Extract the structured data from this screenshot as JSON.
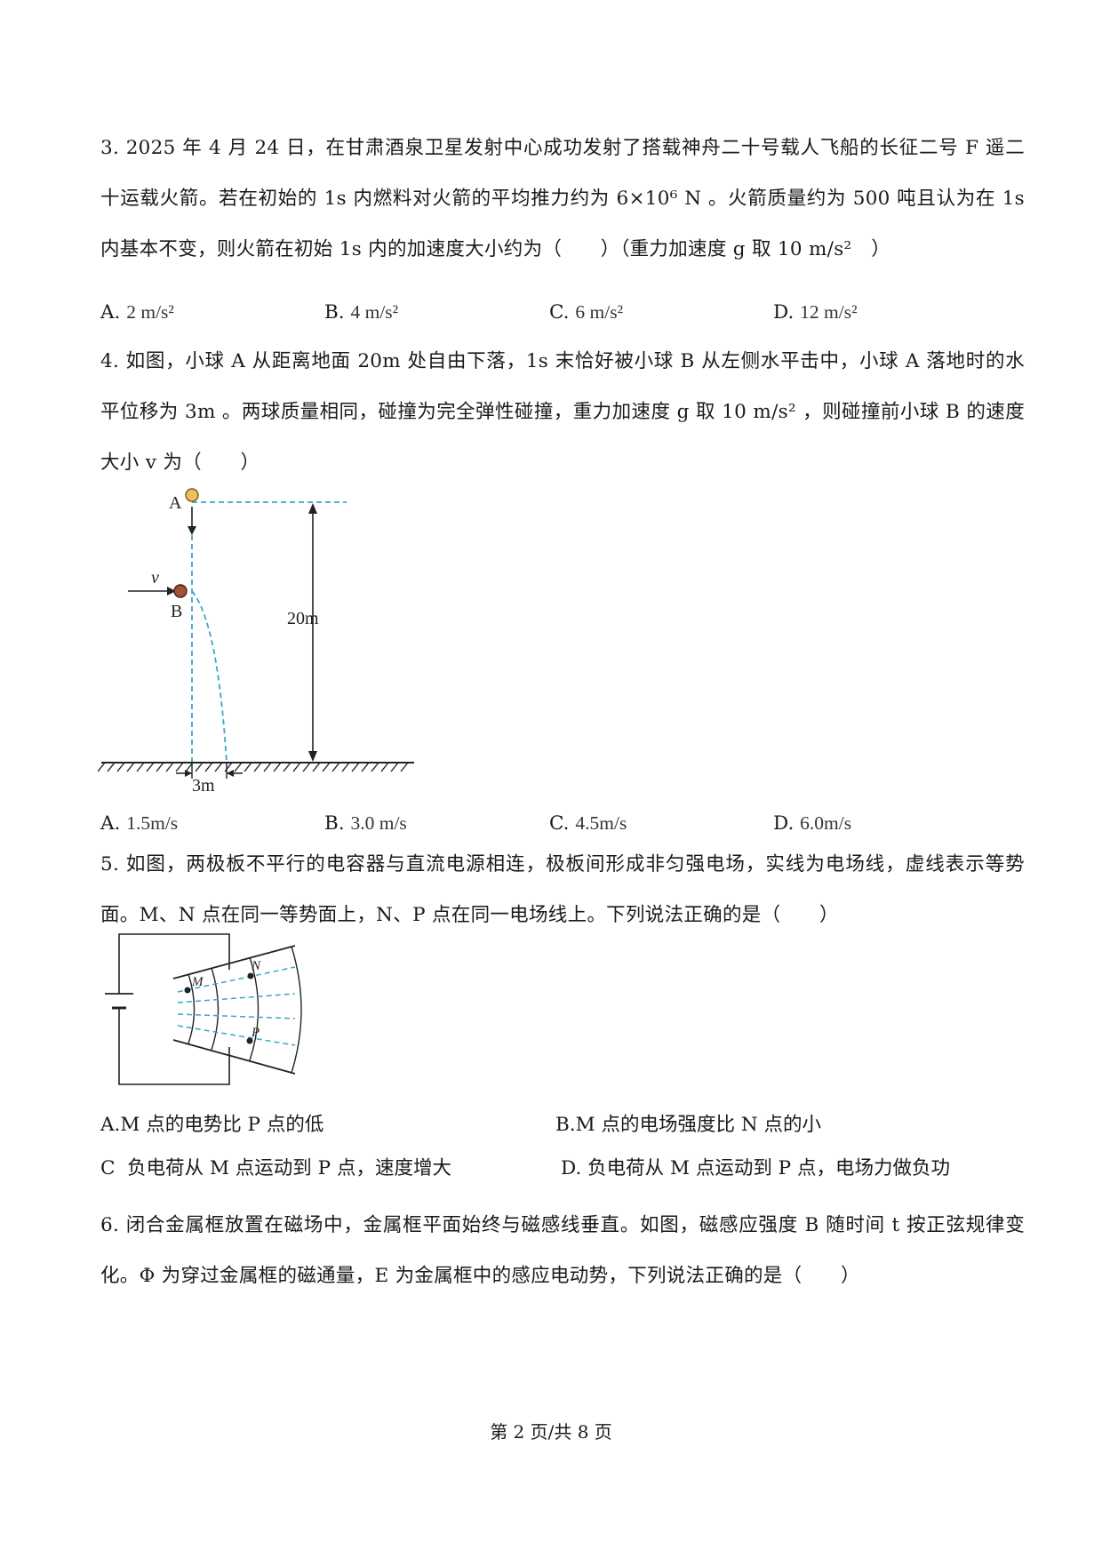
{
  "q3": {
    "stem": "3. 2025 年 4 月 24 日，在甘肃酒泉卫星发射中心成功发射了搭载神舟二十号载人飞船的长征二号 F 遥二十运载火箭。若在初始的 1s 内燃料对火箭的平均推力约为 6×10⁶ N 。火箭质量约为 500 吨且认为在 1s 内基本不变，则火箭在初始 1s 内的加速度大小约为（　　）（重力加速度 g 取 10 m/s²　）",
    "options": [
      {
        "letter": "A.",
        "text": "2 m/s²"
      },
      {
        "letter": "B.",
        "text": "4 m/s²"
      },
      {
        "letter": "C.",
        "text": "6 m/s²"
      },
      {
        "letter": "D.",
        "text": "12 m/s²"
      }
    ]
  },
  "q4": {
    "stem": "4. 如图，小球 A 从距离地面 20m 处自由下落，1s 末恰好被小球 B 从左侧水平击中，小球 A 落地时的水平位移为 3m 。两球质量相同，碰撞为完全弹性碰撞，重力加速度 g 取 10 m/s² ，则碰撞前小球 B 的速度大小 v 为（　　）",
    "figure": {
      "label_a": "A",
      "label_b": "B",
      "label_v": "v",
      "label_height": "20m",
      "label_offset": "3m"
    },
    "options": [
      {
        "letter": "A.",
        "text": "1.5m/s"
      },
      {
        "letter": "B.",
        "text": "3.0 m/s"
      },
      {
        "letter": "C.",
        "text": "4.5m/s"
      },
      {
        "letter": "D.",
        "text": "6.0m/s"
      }
    ]
  },
  "q5": {
    "stem": "5. 如图，两极板不平行的电容器与直流电源相连，极板间形成非匀强电场，实线为电场线，虚线表示等势面。M、N 点在同一等势面上，N、P 点在同一电场线上。下列说法正确的是（　　）",
    "figure": {
      "label_m": "M",
      "label_n": "N",
      "label_p": "P"
    },
    "options": [
      {
        "letter": "A.",
        "text": "M 点的电势比 P 点的低"
      },
      {
        "letter": "B.",
        "text": "M 点的电场强度比 N 点的小"
      },
      {
        "letter": "C",
        "text": "负电荷从 M 点运动到 P 点，速度增大"
      },
      {
        "letter": "D.",
        "text": "负电荷从 M 点运动到 P 点，电场力做负功"
      }
    ]
  },
  "q6": {
    "stem": "6. 闭合金属框放置在磁场中，金属框平面始终与磁感线垂直。如图，磁感应强度 B 随时间 t 按正弦规律变化。Φ 为穿过金属框的磁通量，E 为金属框中的感应电动势，下列说法正确的是（　　）"
  },
  "footer": "第 2 页/共 8 页"
}
